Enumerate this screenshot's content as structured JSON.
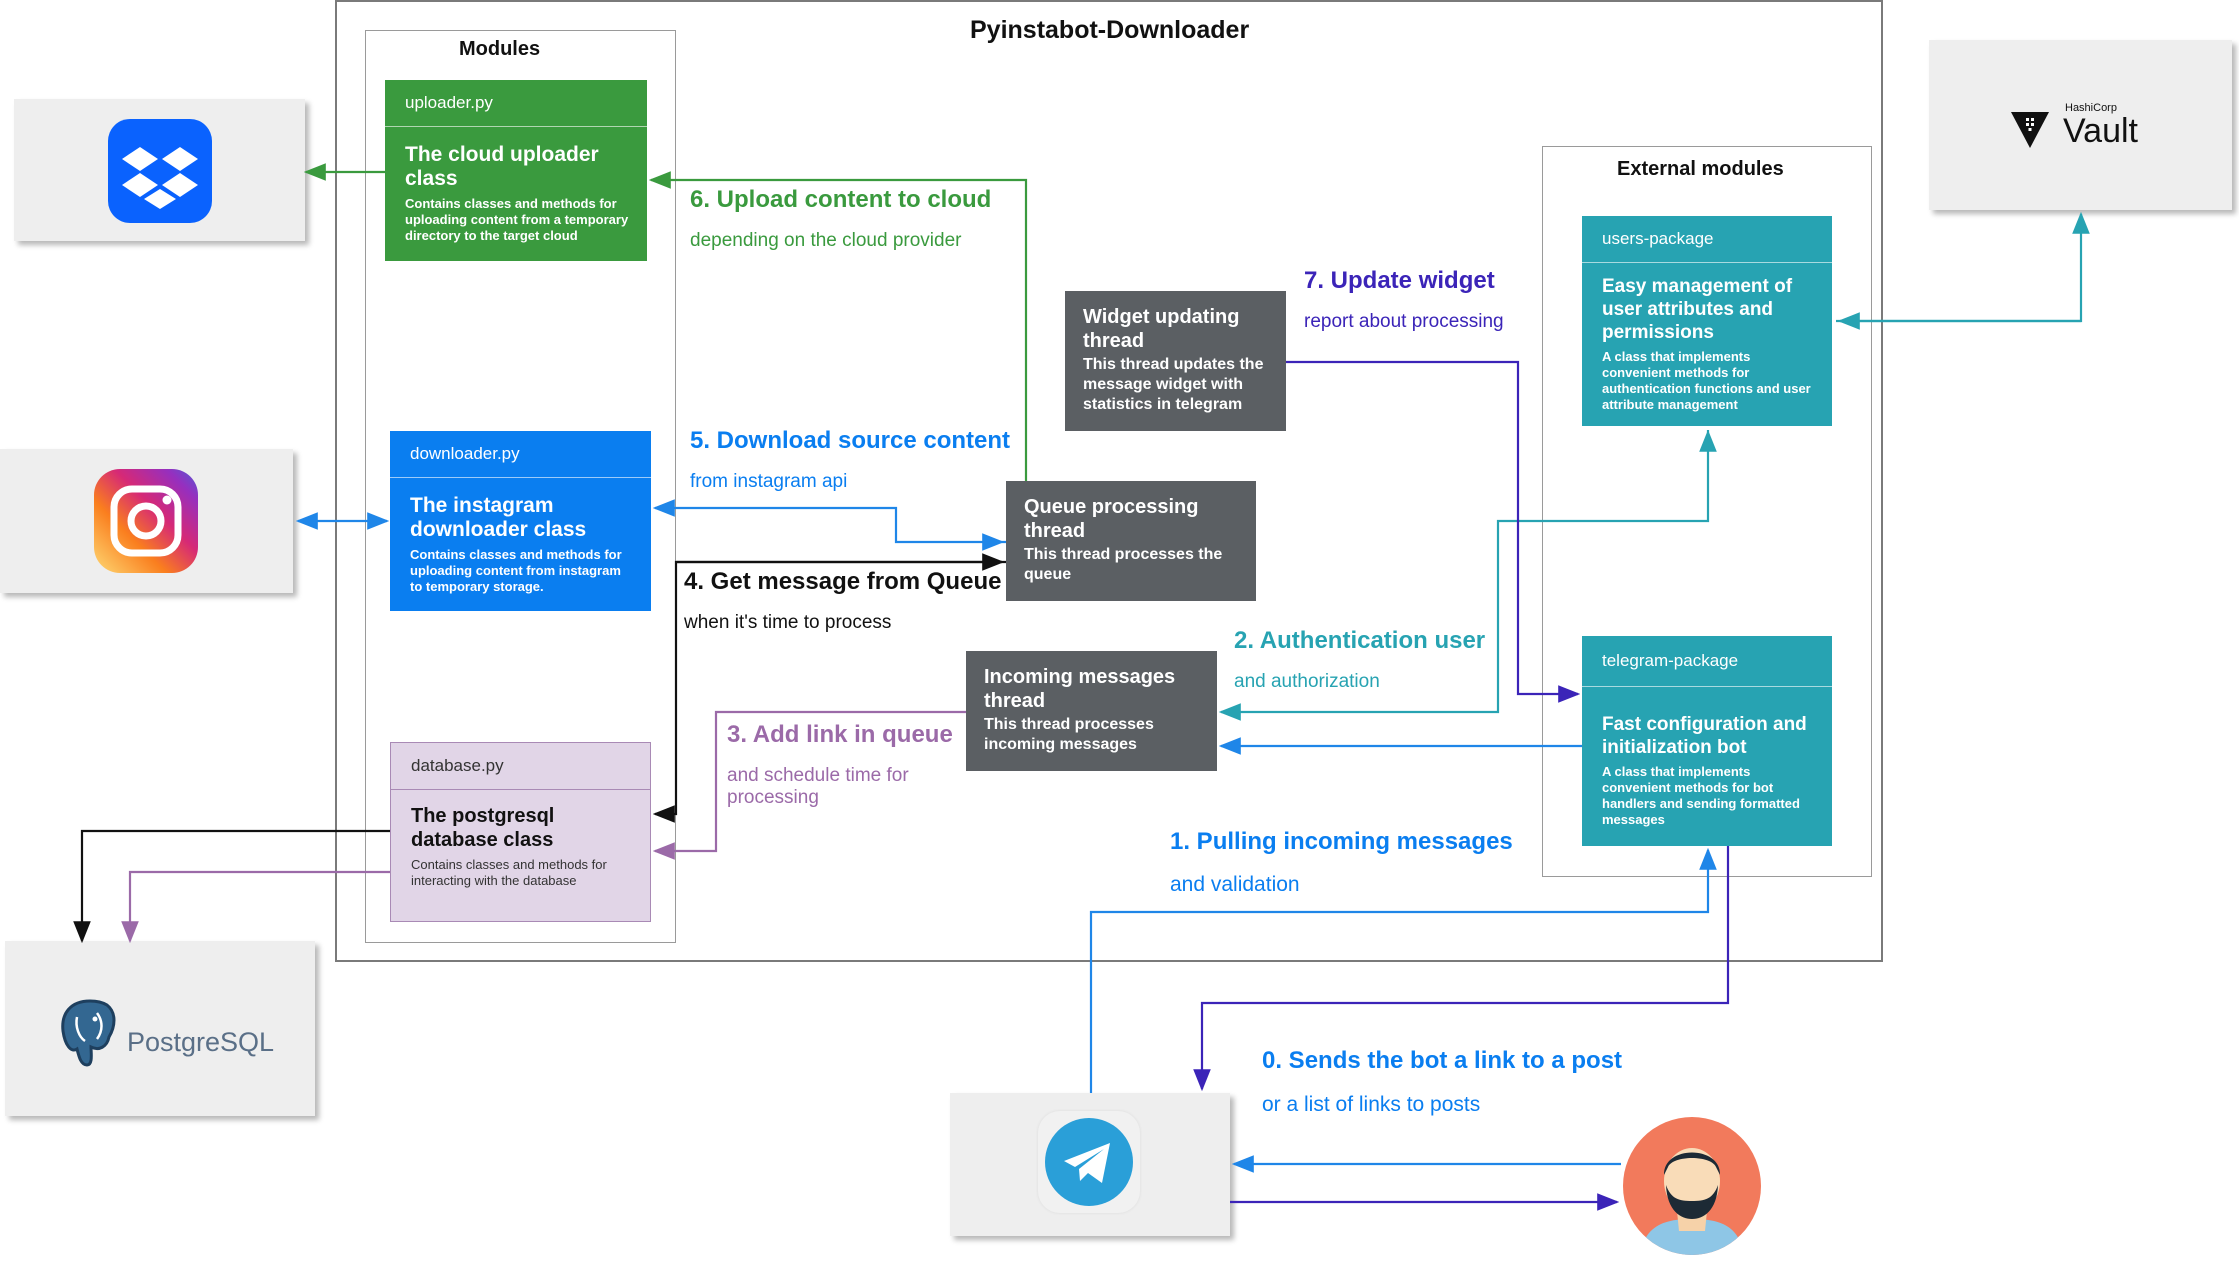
{
  "title": "Pyinstabot-Downloader",
  "modules_label": "Modules",
  "external_label": "External modules",
  "logos": {
    "dropbox": "dropbox-logo",
    "instagram": "instagram-logo",
    "vault_brand": "HashiCorp",
    "vault_name": "Vault",
    "postgres_name": "PostgreSQL",
    "telegram": "telegram-logo",
    "user": "user-avatar"
  },
  "modules": {
    "uploader": {
      "file": "uploader.py",
      "title": "The cloud uploader class",
      "desc": "Contains classes and methods for uploading content from a temporary directory to the target cloud",
      "color": "#3a9a3e"
    },
    "downloader": {
      "file": "downloader.py",
      "title": "The instagram downloader class",
      "desc": "Contains classes and methods for uploading content from instagram to temporary storage.",
      "color": "#0a7ef0"
    },
    "database": {
      "file": "database.py",
      "title": "The postgresql database class",
      "desc": "Contains classes and methods for interacting with the database",
      "color": "#e1d5e7"
    }
  },
  "threads": {
    "widget": {
      "title": "Widget updating thread",
      "desc": "This thread updates the message widget with statistics in telegram"
    },
    "queue": {
      "title": "Queue processing thread",
      "desc": "This thread processes the queue"
    },
    "incoming": {
      "title": "Incoming messages thread",
      "desc": "This thread processes incoming messages"
    }
  },
  "external": {
    "users": {
      "file": "users-package",
      "title": "Easy management of user attributes and permissions",
      "desc": "A class that implements convenient methods for authentication functions and user attribute management",
      "color": "#27a3b2"
    },
    "telegram": {
      "file": "telegram-package",
      "title": "Fast configuration and initialization bot",
      "desc": "A class that implements convenient methods for bot handlers and sending formatted messages",
      "color": "#27a3b2"
    }
  },
  "steps": {
    "s0": {
      "label": "0. Sends the bot a link to a post",
      "sub": "or a list of links to posts",
      "color": "#0a7ef0"
    },
    "s1": {
      "label": "1. Pulling incoming messages",
      "sub": "and validation",
      "color": "#0a7ef0"
    },
    "s2": {
      "label": "2. Authentication user",
      "sub": "and authorization",
      "color": "#27a3b2"
    },
    "s3": {
      "label": "3. Add link in queue",
      "sub": "and schedule time for processing",
      "color": "#9b6aa8"
    },
    "s4": {
      "label": "4. Get message from Queue",
      "sub": "when it's time to process",
      "color": "#111111"
    },
    "s5": {
      "label": "5. Download source content",
      "sub": "from instagram api",
      "color": "#0a7ef0"
    },
    "s6": {
      "label": "6. Upload content to cloud",
      "sub": "depending on the cloud provider",
      "color": "#3a9a3e"
    },
    "s7": {
      "label": "7. Update widget",
      "sub": "report about processing",
      "color": "#3b24b8"
    }
  }
}
